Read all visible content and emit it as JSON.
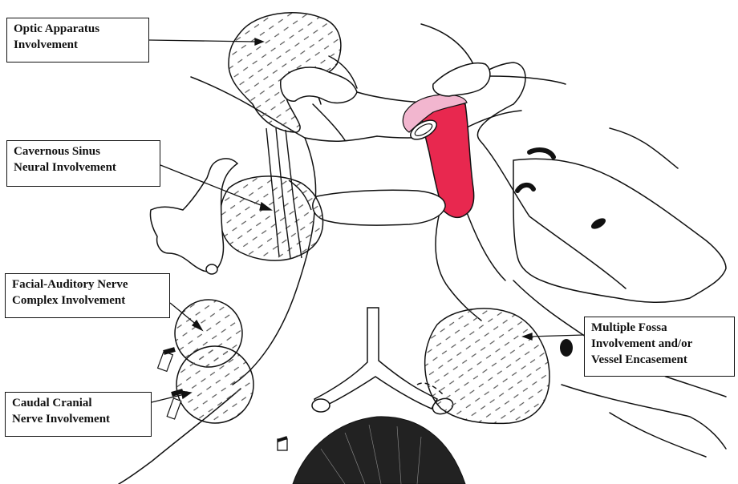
{
  "labels": {
    "optic": {
      "line1": "Optic Apparatus",
      "line2": "Involvement"
    },
    "cavernous": {
      "line1": "Cavernous Sinus",
      "line2": "Neural Involvement"
    },
    "facial": {
      "line1": "Facial-Auditory Nerve",
      "line2": "Complex Involvement"
    },
    "caudal": {
      "line1": "Caudal Cranial",
      "line2": "Nerve Involvement"
    },
    "fossa": {
      "line1": "Multiple Fossa",
      "line2": "Involvement and/or",
      "line3": "Vessel Encasement"
    }
  },
  "colors": {
    "artery": "#e8284f",
    "artery_light": "#f2b6cf",
    "ink": "#111111"
  }
}
